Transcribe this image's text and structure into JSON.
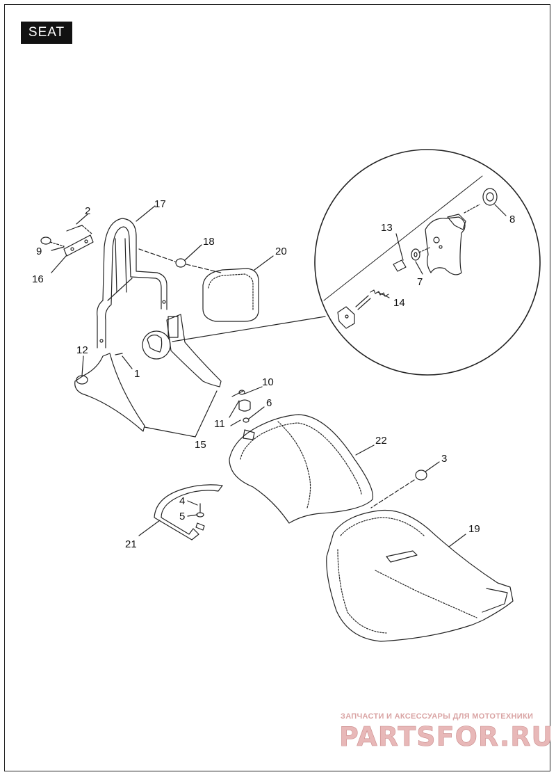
{
  "page": {
    "section_title": "SEAT"
  },
  "callouts": [
    {
      "id": "c1",
      "label": "1"
    },
    {
      "id": "c2",
      "label": "2"
    },
    {
      "id": "c3",
      "label": "3"
    },
    {
      "id": "c4",
      "label": "4"
    },
    {
      "id": "c5",
      "label": "5"
    },
    {
      "id": "c6",
      "label": "6"
    },
    {
      "id": "c7",
      "label": "7"
    },
    {
      "id": "c8",
      "label": "8"
    },
    {
      "id": "c9",
      "label": "9"
    },
    {
      "id": "c10",
      "label": "10"
    },
    {
      "id": "c11",
      "label": "11"
    },
    {
      "id": "c12",
      "label": "12"
    },
    {
      "id": "c13",
      "label": "13"
    },
    {
      "id": "c14",
      "label": "14"
    },
    {
      "id": "c15",
      "label": "15"
    },
    {
      "id": "c16",
      "label": "16"
    },
    {
      "id": "c17",
      "label": "17"
    },
    {
      "id": "c18",
      "label": "18"
    },
    {
      "id": "c19",
      "label": "19"
    },
    {
      "id": "c20",
      "label": "20"
    },
    {
      "id": "c21",
      "label": "21"
    },
    {
      "id": "c22",
      "label": "22"
    }
  ],
  "watermark": {
    "tagline": "ЗАПЧАСТИ И АКСЕССУАРЫ ДЛЯ МОТОТЕХНИКИ",
    "logo_text": "PARTSFOR.RU",
    "color": "#e8b8b8"
  }
}
